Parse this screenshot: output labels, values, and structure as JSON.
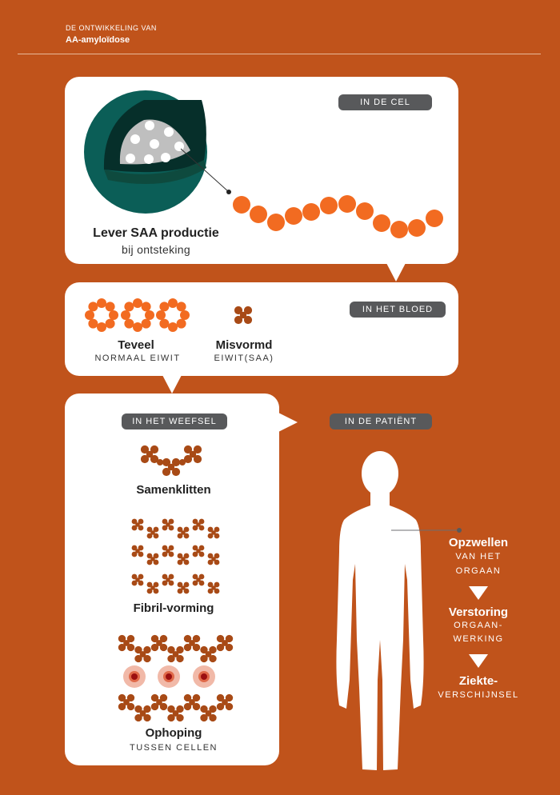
{
  "header": {
    "subtitle": "DE ONTWIKKELING VAN",
    "title": "AA-amyloïdose"
  },
  "cell": {
    "label": "IN DE CEL",
    "title": "Lever SAA productie",
    "subtitle": "bij ontsteking"
  },
  "blood": {
    "label": "IN HET BLOED",
    "left_title": "Teveel",
    "left_sub": "NORMAAL EIWIT",
    "right_title": "Misvormd",
    "right_sub": "EIWIT(SAA)"
  },
  "tissue": {
    "label": "IN HET WEEFSEL",
    "step1": "Samenklitten",
    "step2": "Fibril-vorming",
    "step3": "Ophoping",
    "step3_sub": "TUSSEN CELLEN"
  },
  "patient": {
    "label": "IN DE PATIËNT",
    "s1_title": "Opzwellen",
    "s1_l1": "VAN HET",
    "s1_l2": "ORGAAN",
    "s2_title": "Verstoring",
    "s2_l1": "ORGAAN-",
    "s2_l2": "WERKING",
    "s3_title": "Ziekte-",
    "s3_l1": "VERSCHIJNSEL"
  },
  "colors": {
    "background": "#c0531b",
    "teal": "#0b5e57",
    "orange": "#f26b21",
    "brown": "#a84a16",
    "pill": "#58595b"
  }
}
